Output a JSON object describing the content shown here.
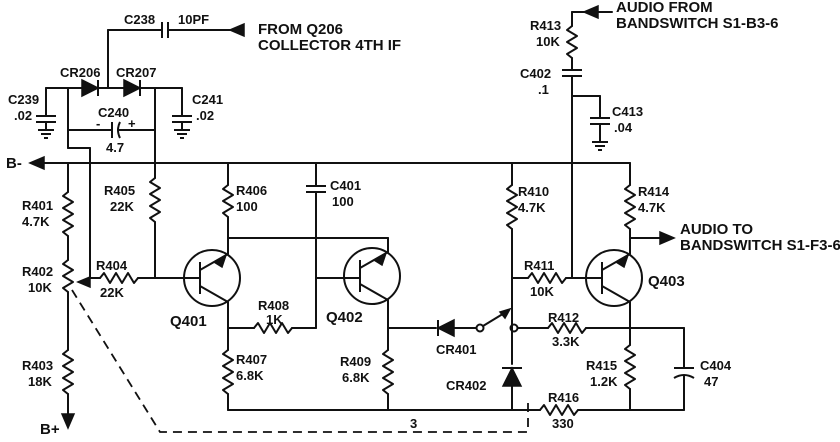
{
  "labels": {
    "c238": "C238",
    "c238_val": "10PF",
    "from_q206": "FROM Q206",
    "collector": "COLLECTOR 4TH IF",
    "cr206": "CR206",
    "cr207": "CR207",
    "c239": "C239",
    "c239_val": ".02",
    "c240": "C240",
    "c240_val": "4.7",
    "c241": "C241",
    "c241_val": ".02",
    "b_minus": "B-",
    "b_plus": "B+",
    "r401": "R401",
    "r401_val": "4.7K",
    "r402": "R402",
    "r402_val": "10K",
    "r403": "R403",
    "r403_val": "18K",
    "r404": "R404",
    "r404_val": "22K",
    "r405": "R405",
    "r405_val": "22K",
    "r406": "R406",
    "r406_val": "100",
    "c401": "C401",
    "c401_val": "100",
    "r407": "R407",
    "r407_val": "6.8K",
    "r408": "R408",
    "r408_val": "1K",
    "r409": "R409",
    "r409_val": "6.8K",
    "q401": "Q401",
    "q402": "Q402",
    "cr401": "CR401",
    "cr402": "CR402",
    "r410": "R410",
    "r410_val": "4.7K",
    "r411": "R411",
    "r411_val": "10K",
    "r412": "R412",
    "r412_val": "3.3K",
    "r413": "R413",
    "r413_val": "10K",
    "c402": "C402",
    "c402_val": ".1",
    "c413": "C413",
    "c413_val": ".04",
    "r414": "R414",
    "r414_val": "4.7K",
    "r415": "R415",
    "r415_val": "1.2K",
    "r416": "R416",
    "r416_val": "330",
    "c404": "C404",
    "c404_val": "47",
    "q403": "Q403",
    "audio_from": "AUDIO FROM",
    "bandswitch_in": "BANDSWITCH S1-B3-6",
    "audio_to": "AUDIO TO",
    "bandswitch_out": "BANDSWITCH S1-F3-6",
    "link_3": "3",
    "minus": "-",
    "plus": "+"
  }
}
